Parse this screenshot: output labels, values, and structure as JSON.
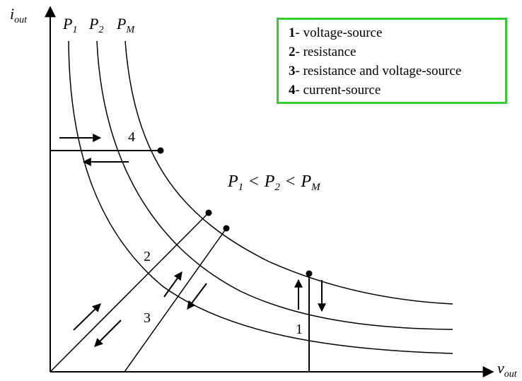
{
  "axes": {
    "y_label_main": "i",
    "y_label_sub": "out",
    "x_label_main": "v",
    "x_label_sub": "out"
  },
  "curves": [
    {
      "main": "P",
      "sub": "1"
    },
    {
      "main": "P",
      "sub": "2"
    },
    {
      "main": "P",
      "sub": "M"
    }
  ],
  "relation": {
    "p1_main": "P",
    "p1_sub": "1",
    "lt1": "<",
    "p2_main": "P",
    "p2_sub": "2",
    "lt2": "<",
    "pm_main": "P",
    "pm_sub": "M"
  },
  "region_labels": {
    "label_1": "1",
    "label_2": "2",
    "label_3": "3",
    "label_4": "4"
  },
  "legend": [
    {
      "num": "1",
      "text": "- voltage-source"
    },
    {
      "num": "2",
      "text": "- resistance"
    },
    {
      "num": "3",
      "text": "- resistance and voltage-source"
    },
    {
      "num": "4",
      "text": "- current-source"
    }
  ],
  "colors": {
    "legend_border": "#33cc33",
    "lines": "#000000"
  }
}
